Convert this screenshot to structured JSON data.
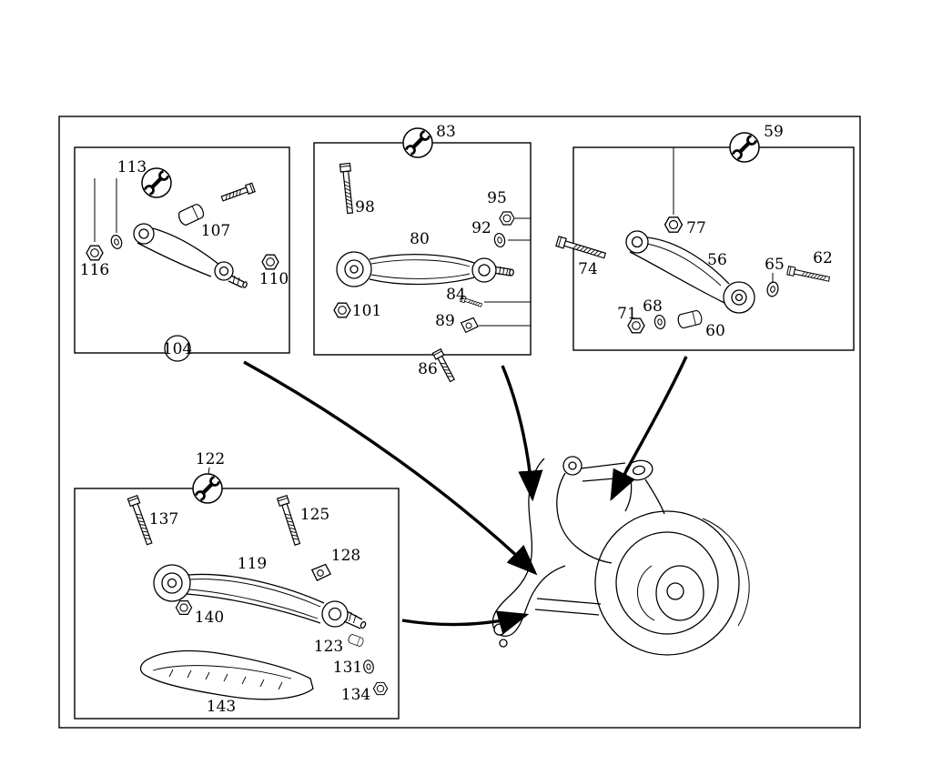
{
  "diagram": {
    "kind": "rear-suspension-links-exploded-parts-diagram",
    "groups": [
      {
        "box": "upper-left",
        "tool_marker": true,
        "parts": [
          "113",
          "107",
          "116",
          "110",
          "104"
        ]
      },
      {
        "box": "upper-middle",
        "tool_marker": true,
        "parts": [
          "83",
          "98",
          "95",
          "92",
          "80",
          "101",
          "84",
          "89",
          "86"
        ]
      },
      {
        "box": "upper-right",
        "tool_marker": true,
        "parts": [
          "59",
          "77",
          "74",
          "56",
          "65",
          "62",
          "71",
          "68",
          "60"
        ]
      },
      {
        "box": "lower-left",
        "tool_marker": true,
        "parts": [
          "122",
          "137",
          "125",
          "128",
          "119",
          "140",
          "123",
          "131",
          "134",
          "143"
        ]
      }
    ],
    "callouts": {
      "c104": "104",
      "c107": "107",
      "c110": "110",
      "c113": "113",
      "c116": "116",
      "c80": "80",
      "c83": "83",
      "c84": "84",
      "c86": "86",
      "c89": "89",
      "c92": "92",
      "c95": "95",
      "c98": "98",
      "c101": "101",
      "c56": "56",
      "c59": "59",
      "c60": "60",
      "c62": "62",
      "c65": "65",
      "c68": "68",
      "c71": "71",
      "c74": "74",
      "c77": "77",
      "c119": "119",
      "c122": "122",
      "c123": "123",
      "c125": "125",
      "c128": "128",
      "c131": "131",
      "c134": "134",
      "c137": "137",
      "c140": "140",
      "c143": "143"
    },
    "colors": {
      "line": "#000000",
      "background": "#ffffff"
    }
  }
}
